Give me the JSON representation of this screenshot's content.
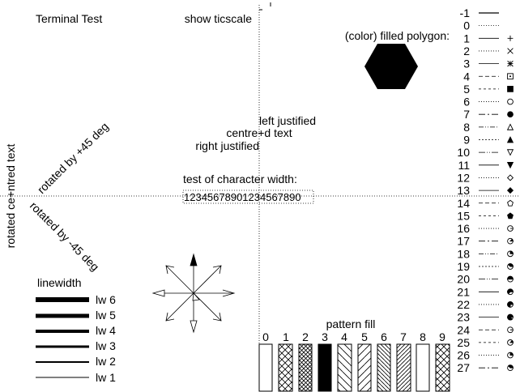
{
  "title": "Terminal Test",
  "ticscale_label": "show ticscale",
  "polygon_label": "(color) filled polygon:",
  "justify": {
    "left": "left justified",
    "centre": "centre+d text",
    "right": "right justified"
  },
  "char_width": {
    "label": "test of character width:",
    "sample": "12345678901234567890"
  },
  "rotated": {
    "centred": "rotated ce+ntred text",
    "plus45": "rotated by +45 deg",
    "minus45": "rotated by -45 deg"
  },
  "linewidth": {
    "title": "linewidth",
    "items": [
      {
        "label": "lw 6",
        "width": 6
      },
      {
        "label": "lw 5",
        "width": 5
      },
      {
        "label": "lw 4",
        "width": 4
      },
      {
        "label": "lw 3",
        "width": 3
      },
      {
        "label": "lw 2",
        "width": 2
      },
      {
        "label": "lw 1",
        "width": 1
      }
    ]
  },
  "pattern": {
    "title": "pattern fill",
    "labels": [
      "0",
      "1",
      "2",
      "3",
      "4",
      "5",
      "6",
      "7",
      "8",
      "9"
    ]
  },
  "linetypes": {
    "labels": [
      "-1",
      "0",
      "1",
      "2",
      "3",
      "4",
      "5",
      "6",
      "7",
      "8",
      "9",
      "10",
      "11",
      "12",
      "13",
      "14",
      "15",
      "16",
      "17",
      "18",
      "19",
      "20",
      "21",
      "22",
      "23",
      "24",
      "25",
      "26",
      "27"
    ]
  },
  "colors": {
    "ink": "#000000",
    "background": "#ffffff",
    "polygon": "#000000"
  }
}
